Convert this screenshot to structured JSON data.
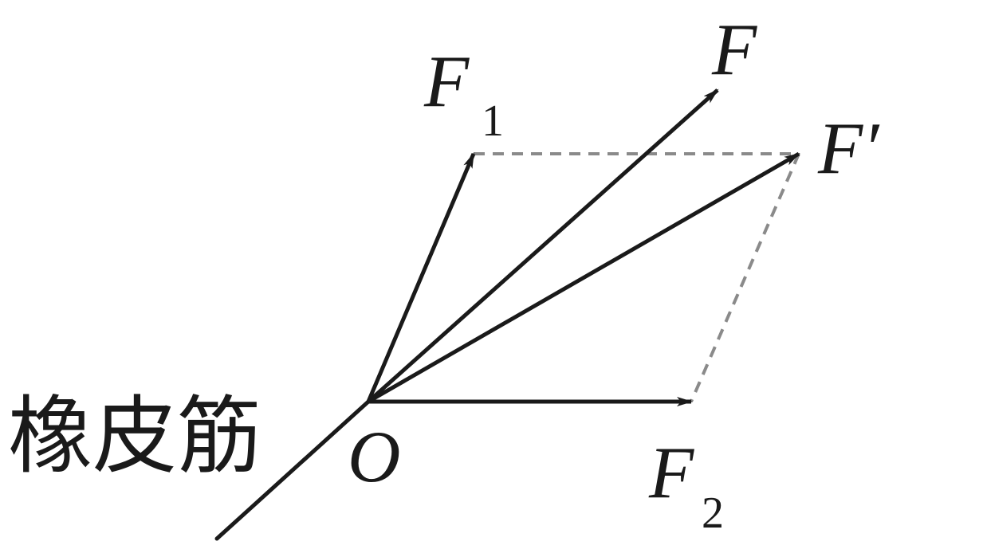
{
  "labels": {
    "F1": "F",
    "F1_sub": "1",
    "F": "F",
    "F_prime": "F′",
    "F2": "F",
    "F2_sub": "2",
    "origin": "O",
    "rubber_band": "橡皮筋"
  },
  "colors": {
    "vector": "#1a1a1a",
    "dashed": "#8a8a8a",
    "text": "#1a1a1a"
  }
}
